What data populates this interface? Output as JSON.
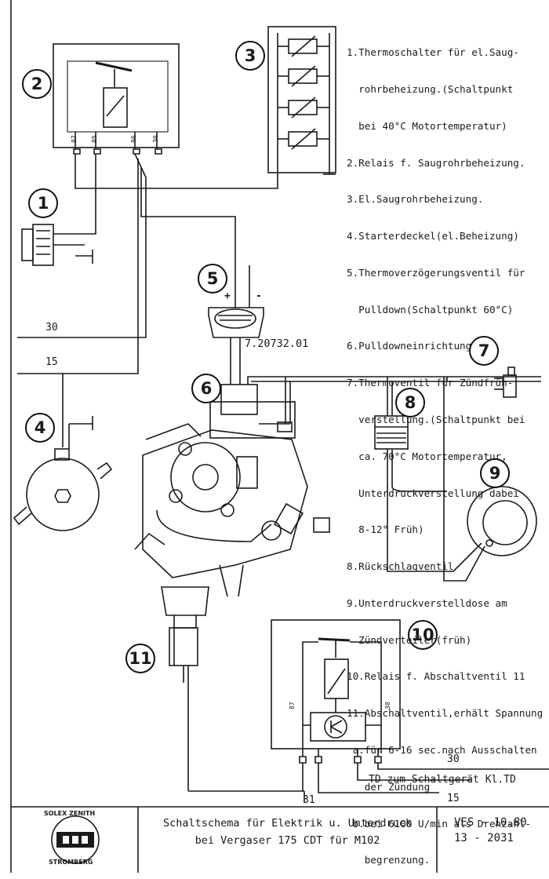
{
  "legend": [
    "1.Thermoschalter für el.Saug-",
    "  rohrbeheizung.(Schaltpunkt",
    "  bei 40°C Motortemperatur)",
    "2.Relais f. Saugrohrbeheizung.",
    "3.El.Saugrohrbeheizung.",
    "4.Starterdeckel(el.Beheizung)",
    "5.Thermoverzögerungsventil für",
    "  Pulldown(Schaltpunkt 60°C)",
    "6.Pulldowneinrichtung",
    "7.Thermoventil für Zündfrüh-",
    "  verstellung.(Schaltpunkt bei",
    "  ca. 70°C Motortemperatur,",
    "  Unterdruckverstellung dabei",
    "  8-12° Früh)",
    "8.Rückschlagventil",
    "9.Unterdruckverstelldose am",
    "  Zündverteiler(früh)",
    "10.Relais f. Abschaltventil 11",
    "11.Abschaltventil,erhält Spannung",
    " a.für 6-16 sec.nach Ausschalten",
    "   der Zündung",
    " b.bei 6100 U/min als Drehzahl-",
    "   begrenzung."
  ],
  "callouts": [
    "1",
    "2",
    "3",
    "4",
    "5",
    "6",
    "7",
    "8",
    "9",
    "10",
    "11"
  ],
  "wire_labels": {
    "w30_left": "30",
    "w15_left": "15",
    "w30_right": "30",
    "w15_right": "15",
    "w31": "31",
    "td": "TD zum Schaltgerät Kl.TD"
  },
  "relay2_pins": [
    "87",
    "85",
    "86",
    "30"
  ],
  "relay10_pins": [
    "87",
    "30"
  ],
  "valve5_signs": {
    "plus": "+",
    "minus": "-"
  },
  "part_number": "7.20732.01",
  "title_block": {
    "title_line1": "Schaltschema für Elektrik u. Unterdruck",
    "title_line2": "bei Vergaser 175 CDT für M102",
    "ref_line1": "VES - 10.80",
    "ref_line2": "13 - 2031",
    "logo_top": "SOLEX ZENITH",
    "logo_bottom": "STROMBERG"
  }
}
